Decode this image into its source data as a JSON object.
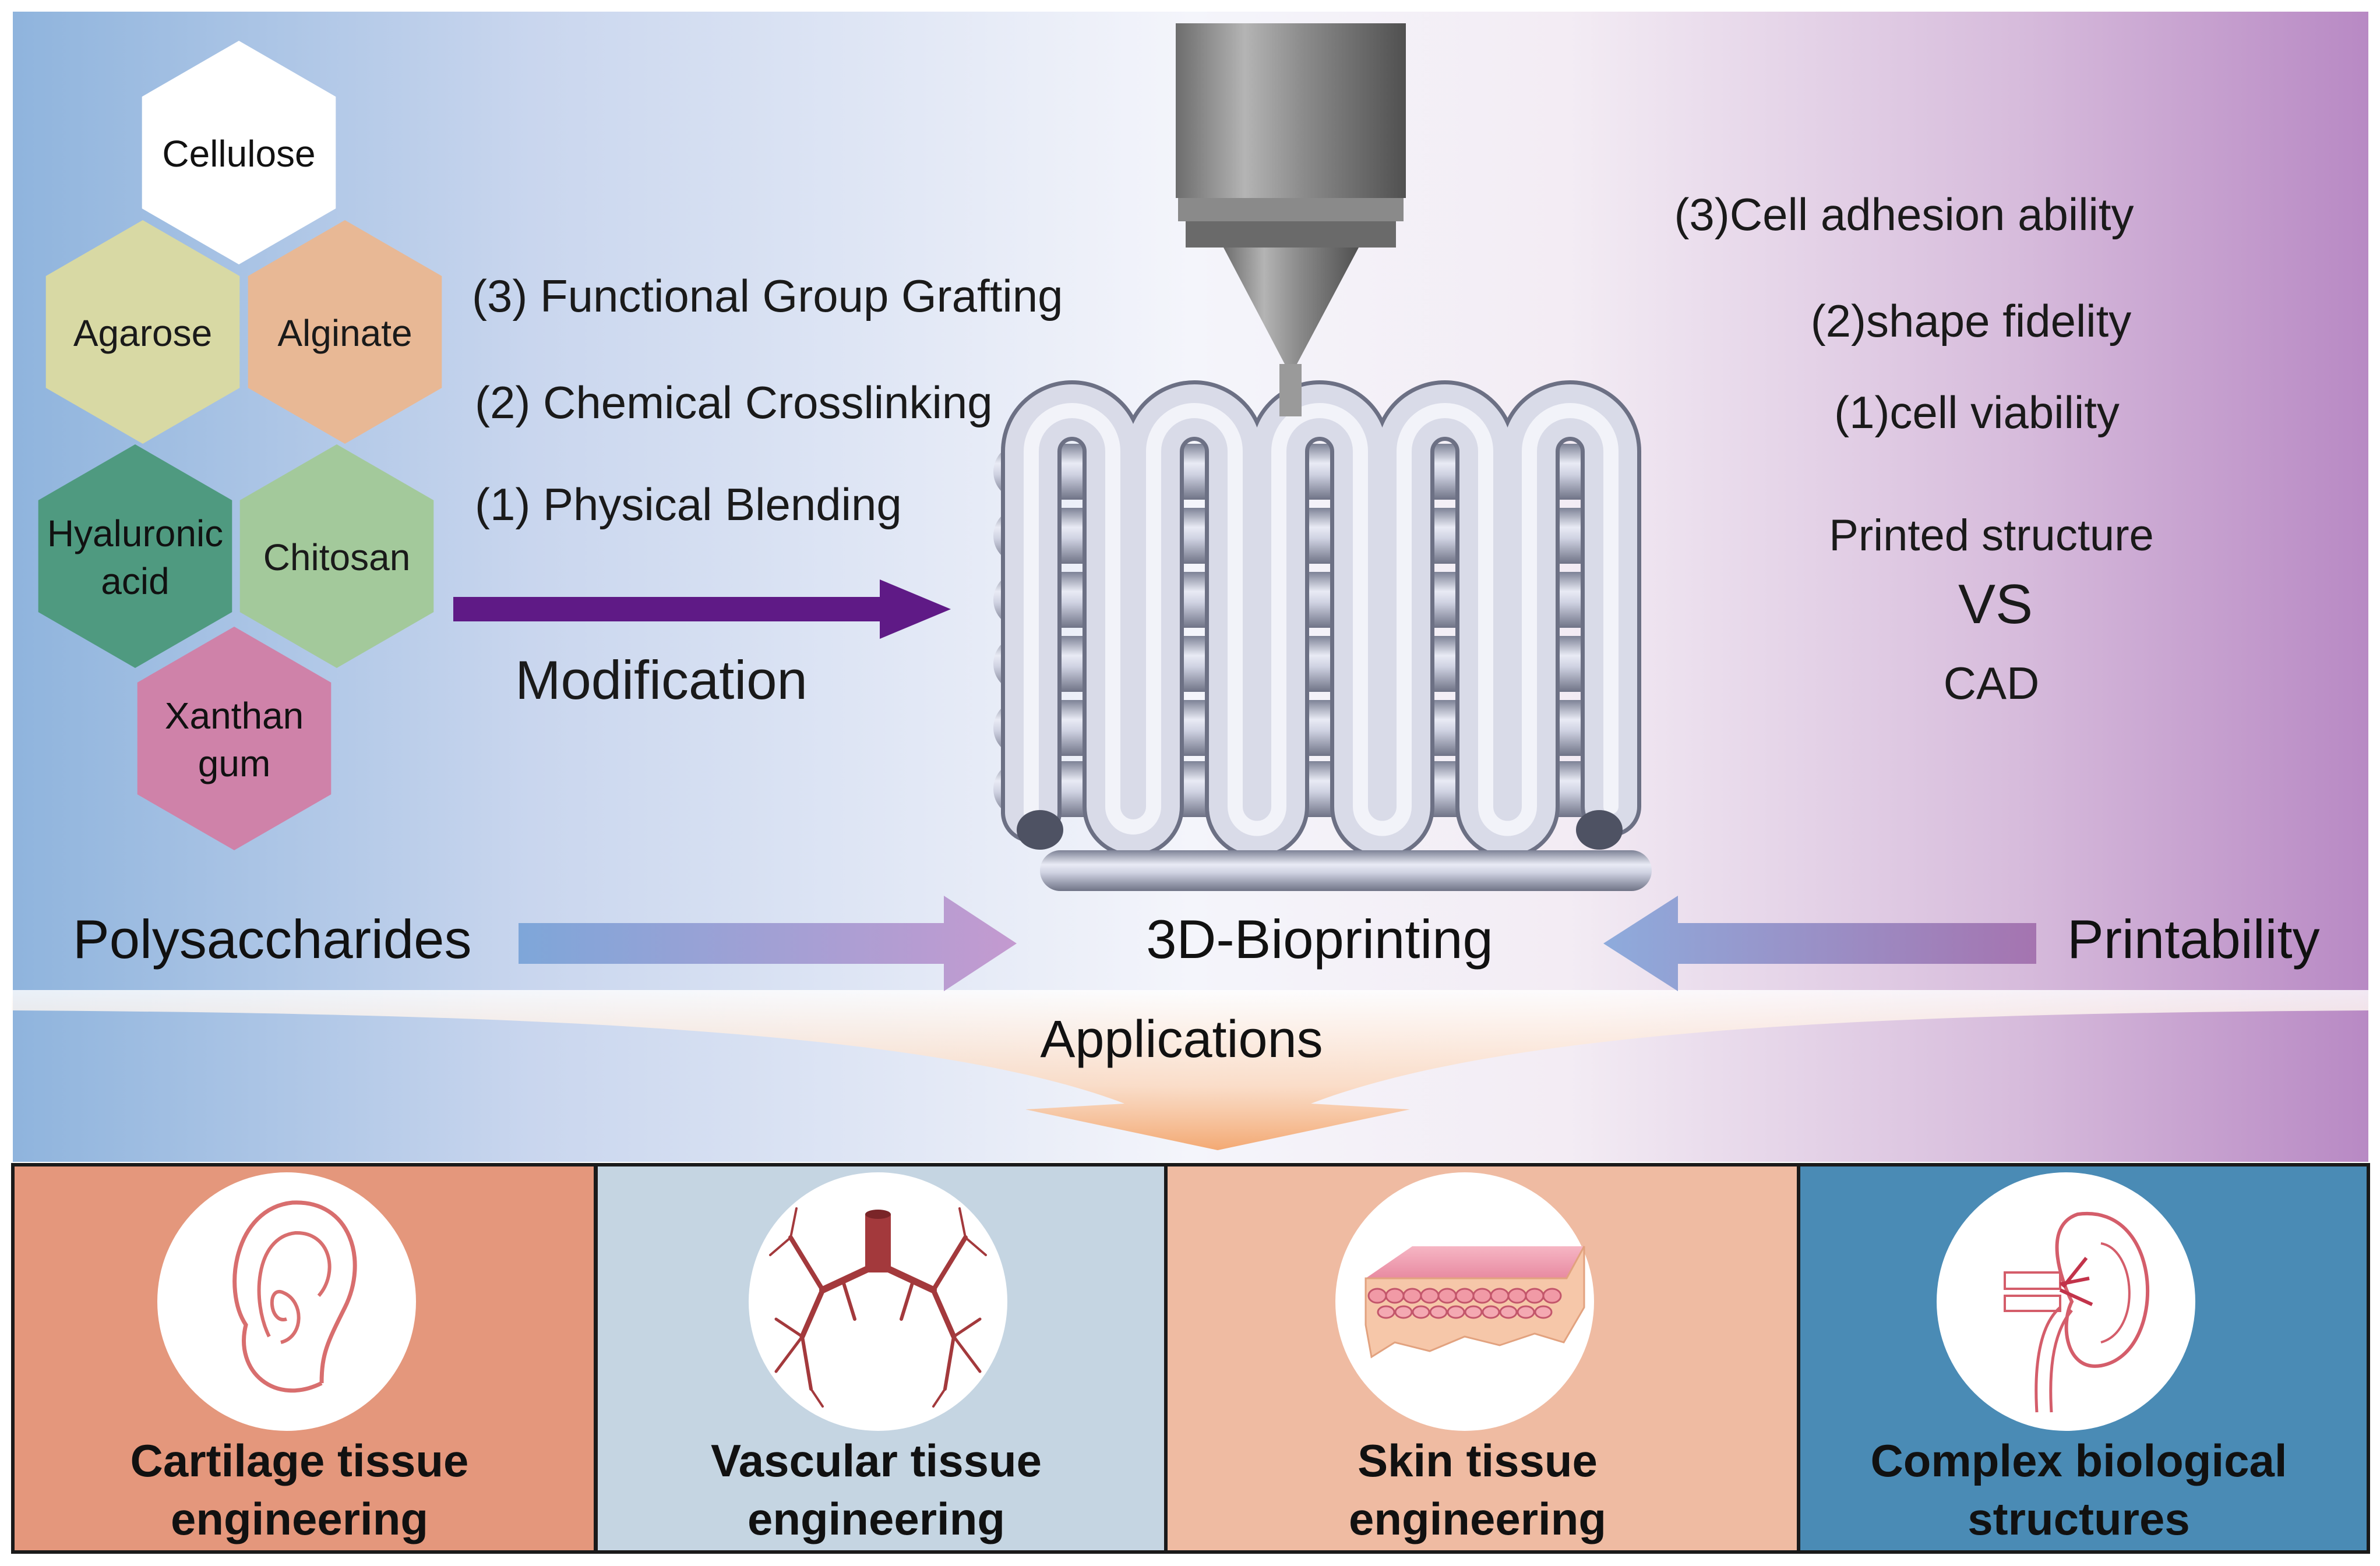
{
  "polysaccharides": {
    "hexagons": [
      {
        "label_lines": [
          "Cellulose"
        ],
        "color": "#ffffff"
      },
      {
        "label_lines": [
          "Agarose"
        ],
        "color": "#d8d9a4"
      },
      {
        "label_lines": [
          "Alginate"
        ],
        "color": "#e8b895"
      },
      {
        "label_lines": [
          "Hyaluronic",
          "acid"
        ],
        "color": "#4f9a80"
      },
      {
        "label_lines": [
          "Chitosan"
        ],
        "color": "#a3c99b"
      },
      {
        "label_lines": [
          "Xanthan",
          "gum"
        ],
        "color": "#cf82a9"
      }
    ],
    "label": "Polysaccharides"
  },
  "modification": {
    "methods": [
      "(3) Functional Group Grafting",
      "(2) Chemical Crosslinking",
      "(1) Physical Blending"
    ],
    "label": "Modification",
    "arrow_color": "#5f1a86"
  },
  "center": {
    "label": "3D-Bioprinting"
  },
  "printability": {
    "criteria": [
      "(3)Cell adhesion ability",
      "(2)shape fidelity",
      "(1)cell viability"
    ],
    "comparison": [
      "Printed structure",
      "VS",
      "CAD"
    ],
    "label": "Printability"
  },
  "applications": {
    "label": "Applications",
    "items": [
      {
        "title_lines": [
          "Cartilage tissue",
          "engineering"
        ],
        "color": "#e4977c",
        "icon": "ear-icon"
      },
      {
        "title_lines": [
          "Vascular tissue",
          "engineering"
        ],
        "color": "#c5d5e2",
        "icon": "vessel-tree-icon"
      },
      {
        "title_lines": [
          "Skin tissue",
          "engineering"
        ],
        "color": "#efbba2",
        "icon": "skin-layer-icon"
      },
      {
        "title_lines": [
          "Complex biological",
          "structures"
        ],
        "color": "#4a8bb5",
        "icon": "kidney-icon"
      }
    ]
  }
}
